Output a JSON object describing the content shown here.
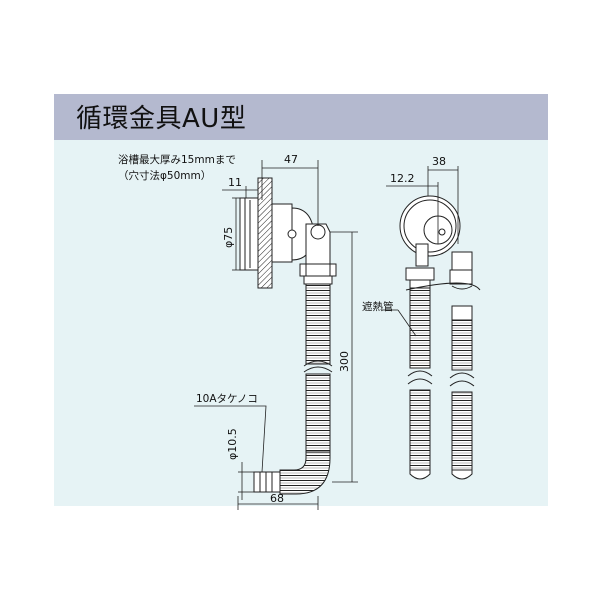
{
  "header": {
    "title": "循環金具AU型"
  },
  "notes": {
    "tub_thickness": "浴槽最大厚み15mmまで",
    "hole_size": "（穴寸法φ50mm）"
  },
  "dimensions": {
    "d47": "47",
    "d11": "11",
    "d75": "φ75",
    "d300": "300",
    "d68": "68",
    "d105": "φ10.5",
    "d38": "38",
    "d122": "12.2"
  },
  "labels": {
    "tube_fitting": "10Aタケノコ",
    "insulation": "遮熱管"
  }
}
